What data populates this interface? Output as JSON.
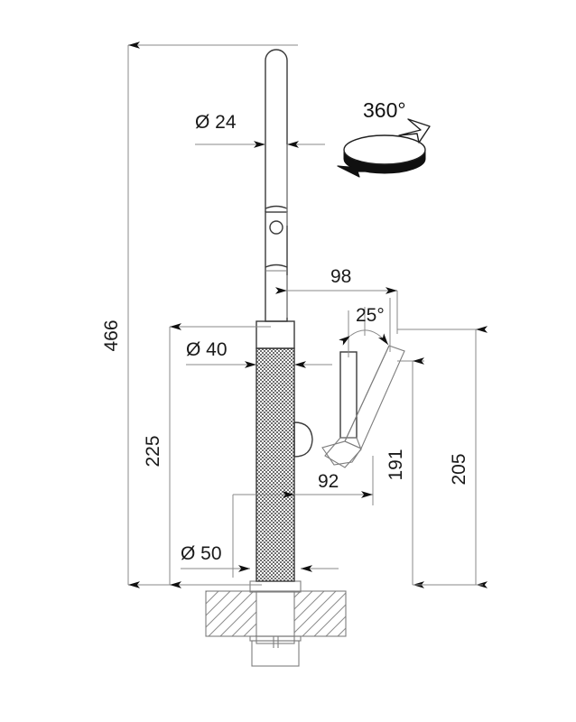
{
  "drawing": {
    "type": "technical-dimension-drawing",
    "subject": "kitchen-mixer-tap",
    "units": "mm",
    "background_color": "#ffffff",
    "line_color": "#8a8a8a",
    "object_color": "#3a3a3a",
    "text_color": "#1a1a1a"
  },
  "dimensions": {
    "overall_height": {
      "label": "466",
      "orientation": "vertical",
      "position": "far-left"
    },
    "body_height": {
      "label": "225",
      "orientation": "vertical",
      "position": "left"
    },
    "spout_diameter": {
      "label": "Ø 24",
      "orientation": "horizontal",
      "position": "upper"
    },
    "body_diameter": {
      "label": "Ø 40",
      "orientation": "horizontal",
      "position": "middle"
    },
    "base_diameter": {
      "label": "Ø 50",
      "orientation": "horizontal",
      "position": "lower"
    },
    "spout_reach": {
      "label": "98",
      "orientation": "horizontal",
      "position": "upper-right"
    },
    "handle_clearance": {
      "label": "92",
      "orientation": "horizontal",
      "position": "middle-right"
    },
    "handle_height": {
      "label": "191",
      "orientation": "vertical",
      "position": "right"
    },
    "clearance_height": {
      "label": "205",
      "orientation": "vertical",
      "position": "far-right"
    },
    "lever_angle": {
      "label": "25°",
      "orientation": "angular",
      "position": "handle"
    }
  },
  "symbols": {
    "rotation": {
      "label": "360°",
      "icon": "circular-rotation-arrow",
      "description": "spout swivel range"
    }
  }
}
